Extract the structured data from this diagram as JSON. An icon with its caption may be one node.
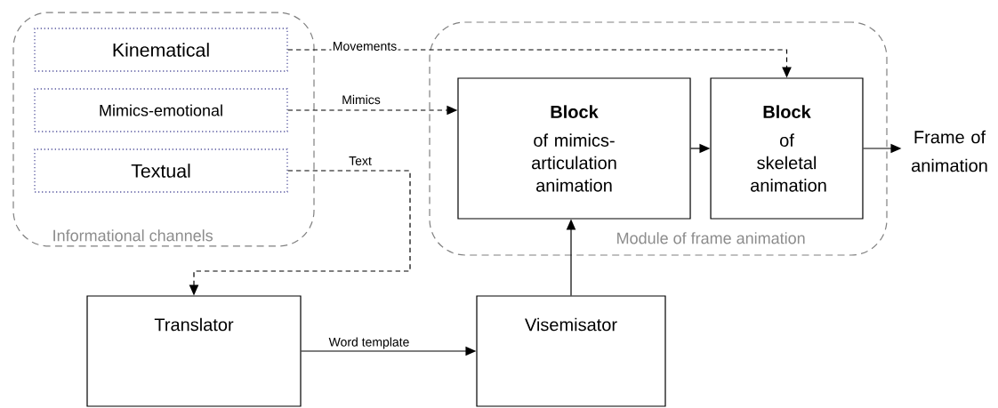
{
  "diagram": {
    "nodes": [
      {
        "text": [
          "Informational channels"
        ]
      },
      {
        "text": [
          "Kinematical"
        ],
        "in": 0
      },
      {
        "text": [
          "Mimics-emotional"
        ],
        "in": 0
      },
      {
        "text": [
          "Textual"
        ],
        "in": 0
      },
      {
        "text": [
          "Module of frame animation"
        ]
      },
      {
        "text": [
          "Block",
          "of mimics-articulation animation"
        ],
        "in": 4
      },
      {
        "text": [
          "Block",
          "of skeletal animation"
        ],
        "in": 4
      },
      {
        "text": [
          "Frame of animation"
        ]
      },
      {
        "text": [
          "Translator"
        ]
      },
      {
        "text": [
          "Visemisator"
        ]
      }
    ],
    "edges": [
      {
        "from": 1,
        "to": 6,
        "arrow": "to",
        "label": "Movements",
        "style": "dashed"
      },
      {
        "from": 2,
        "to": 5,
        "arrow": "to",
        "label": "Mimics",
        "style": "dashed"
      },
      {
        "from": 3,
        "to": 8,
        "arrow": "to",
        "label": "Text",
        "style": "dashed"
      },
      {
        "from": 8,
        "to": 9,
        "arrow": "to",
        "label": "Word template"
      },
      {
        "from": 9,
        "to": 5,
        "arrow": "to"
      },
      {
        "from": 5,
        "to": 6,
        "arrow": "to"
      },
      {
        "from": 6,
        "to": 7,
        "arrow": "to"
      }
    ]
  }
}
